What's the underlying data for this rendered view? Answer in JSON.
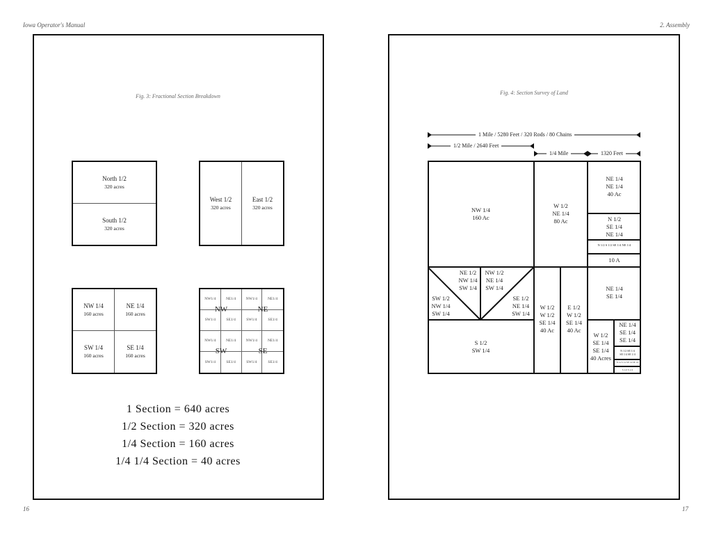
{
  "header": {
    "left": "Iowa Operator's Manual",
    "right": "2. Assembly"
  },
  "footer": {
    "left_page": "16",
    "right_page": "17"
  },
  "left": {
    "caption": "Fig. 3: Fractional Section Breakdown",
    "halves_ns": [
      {
        "label": "North 1/2",
        "acres": "320 acres"
      },
      {
        "label": "South 1/2",
        "acres": "320 acres"
      }
    ],
    "halves_ew": [
      {
        "label": "West 1/2",
        "acres": "320 acres"
      },
      {
        "label": "East 1/2",
        "acres": "320 acres"
      }
    ],
    "quarters": [
      {
        "label": "NW 1/4",
        "acres": "160 acres"
      },
      {
        "label": "NE 1/4",
        "acres": "160 acres"
      },
      {
        "label": "SW 1/4",
        "acres": "160 acres"
      },
      {
        "label": "SE 1/4",
        "acres": "160 acres"
      }
    ],
    "grid_cells": [
      "NW1/4",
      "NE1/4",
      "NW1/4",
      "NE1/4",
      "SW1/4",
      "SE1/4",
      "SW1/4",
      "SE1/4",
      "NW1/4",
      "NE1/4",
      "NW1/4",
      "NE1/4",
      "SW1/4",
      "SE1/4",
      "SW1/4",
      "SE1/4"
    ],
    "grid_quads": [
      "NW",
      "NE",
      "SW",
      "SE"
    ],
    "equations": [
      "1 Section = 640 acres",
      "1/2 Section = 320 acres",
      "1/4 Section = 160 acres",
      "1/4 1/4 Section = 40 acres"
    ]
  },
  "right": {
    "caption": "Fig. 4: Section Survey of Land",
    "dims": [
      "1 Mile / 5280 Feet / 320 Rods / 80 Chains",
      "1/2 Mile / 2640 Feet",
      "1/4 Mile",
      "1320 Feet"
    ],
    "parcels": {
      "nw": "NW 1/4\n160 Ac",
      "w_ne": "W 1/2\nNE 1/4\n80 Ac",
      "ne_ne": "NE 1/4\nNE 1/4\n40 Ac",
      "n_se_ne": "N 1/2\nSE 1/4\nNE 1/4",
      "n_s_se_ne": "N 1/2 S 1/2 SE 1/4 NE 1/4",
      "ten": "10 A",
      "tri_ne_nw_sw": "NE 1/2\nNW 1/4\nSW 1/4",
      "tri_nw_ne_sw": "NW 1/2\nNE 1/4\nSW 1/4",
      "tri_sw_nw_sw": "SW 1/2\nNW 1/4\nSW 1/4",
      "tri_se_ne_sw": "SE 1/2\nNE 1/4\nSW 1/4",
      "s_sw": "S 1/2\nSW 1/4",
      "w_w_se": "W 1/2\nW 1/2\nSE 1/4\n40 Ac",
      "e_w_se": "E 1/2\nW 1/2\nSE 1/4\n40 Ac",
      "ne_se": "NE 1/4\nSE 1/4",
      "w_se_se": "W 1/2\nSE 1/4\nSE 1/4\n40 Acres",
      "ne_se_se": "NE 1/4\nSE 1/4\nSE 1/4",
      "tiny1": "N 1/2 SE 1/4\nSE 1/4 SE 1/4",
      "tiny2": "N 1/2 S 1/2 SE 1/4 SE 1/4",
      "tiny3": "S 1/2 S 1/2"
    }
  }
}
